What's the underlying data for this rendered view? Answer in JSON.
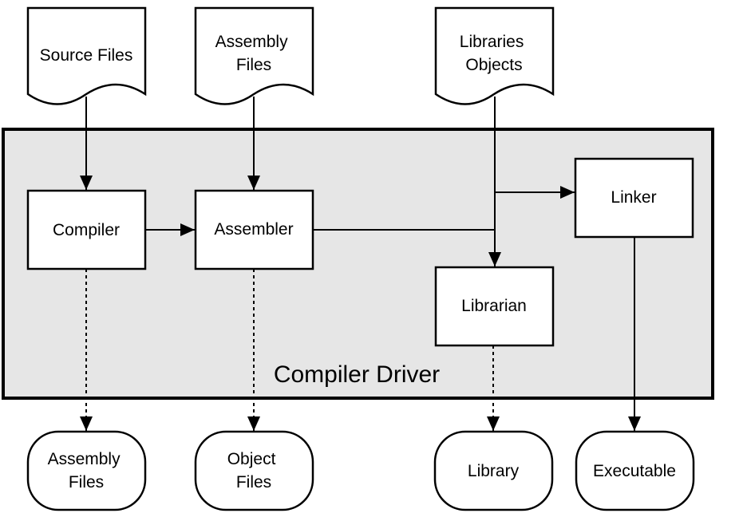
{
  "diagram": {
    "container": {
      "label": "Compiler Driver",
      "fill": "#e6e6e6"
    },
    "inputs": {
      "source": [
        "Source Files"
      ],
      "assembly": [
        "Assembly",
        "Files"
      ],
      "libraries": [
        "Libraries",
        "Objects"
      ]
    },
    "tools": {
      "compiler": "Compiler",
      "assembler": "Assembler",
      "librarian": "Librarian",
      "linker": "Linker"
    },
    "outputs": {
      "assembly": [
        "Assembly",
        "Files"
      ],
      "object": [
        "Object",
        "Files"
      ],
      "library": [
        "Library"
      ],
      "executable": [
        "Executable"
      ]
    }
  }
}
